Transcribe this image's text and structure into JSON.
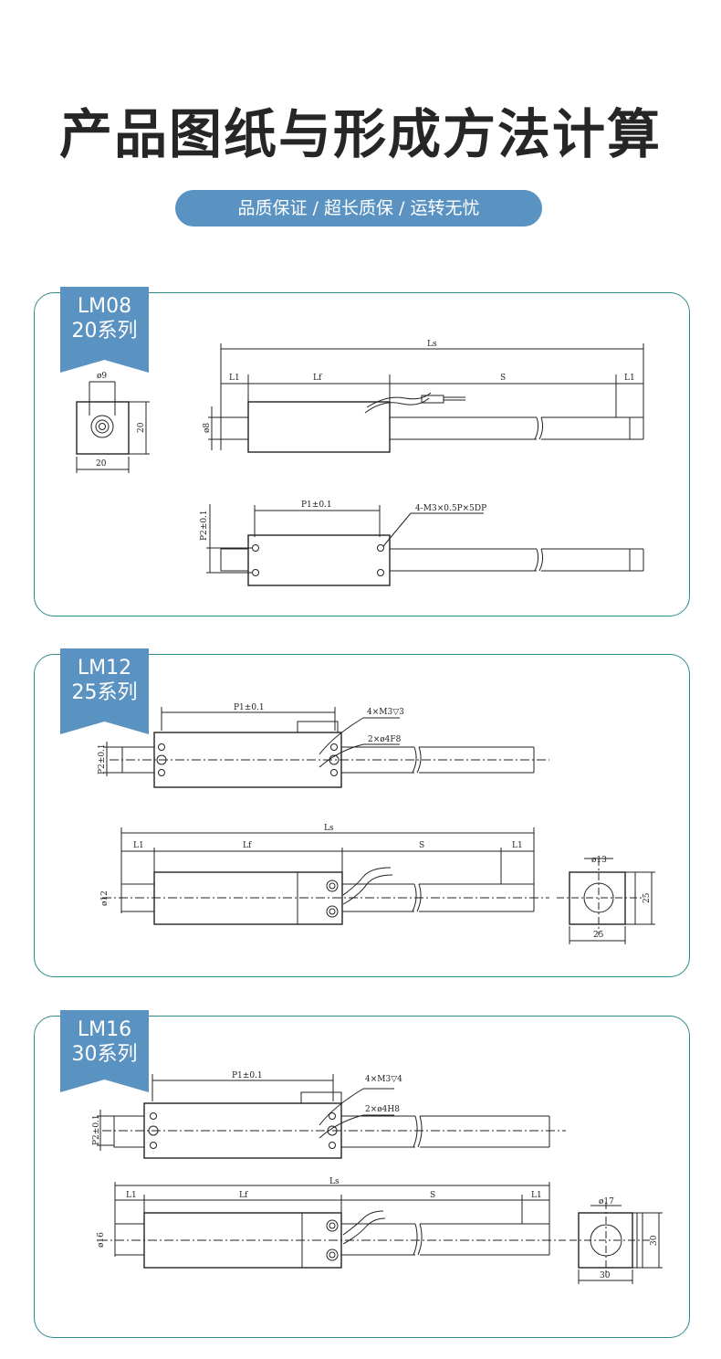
{
  "page": {
    "title": "产品图纸与形成方法计算",
    "subtitle": "品质保证 / 超长质保 / 运转无忧"
  },
  "sections": [
    {
      "model": "LM08",
      "series": "20系列",
      "labels": {
        "ls": "Ls",
        "l1": "L1",
        "lf": "Lf",
        "s": "S",
        "l1b": "L1",
        "bore": "ø9",
        "width": "20",
        "height": "20",
        "rod": "ø8",
        "p1": "P1±0.1",
        "p2": "P2±0.1",
        "holes": "4-M3×0.5P×5DP"
      }
    },
    {
      "model": "LM12",
      "series": "25系列",
      "labels": {
        "p1": "P1±0.1",
        "p2": "P2±0.1",
        "holes": "4×M3▽3",
        "pins": "2×ø4F8",
        "ls": "Ls",
        "l1": "L1",
        "lf": "Lf",
        "s": "S",
        "l1b": "L1",
        "rod": "ø12",
        "bore": "ø13",
        "width": "25",
        "height": "25"
      }
    },
    {
      "model": "LM16",
      "series": "30系列",
      "labels": {
        "p1": "P1±0.1",
        "p2": "P2±0.1",
        "holes": "4×M3▽4",
        "pins": "2×ø4H8",
        "ls": "Ls",
        "l1": "L1",
        "lf": "Lf",
        "s": "S",
        "l1b": "L1",
        "rod": "ø16",
        "bore": "ø17",
        "width": "30",
        "height": "30"
      }
    }
  ],
  "colors": {
    "accent": "#5a92c2",
    "frame": "#2f8a8a",
    "line": "#222222"
  }
}
